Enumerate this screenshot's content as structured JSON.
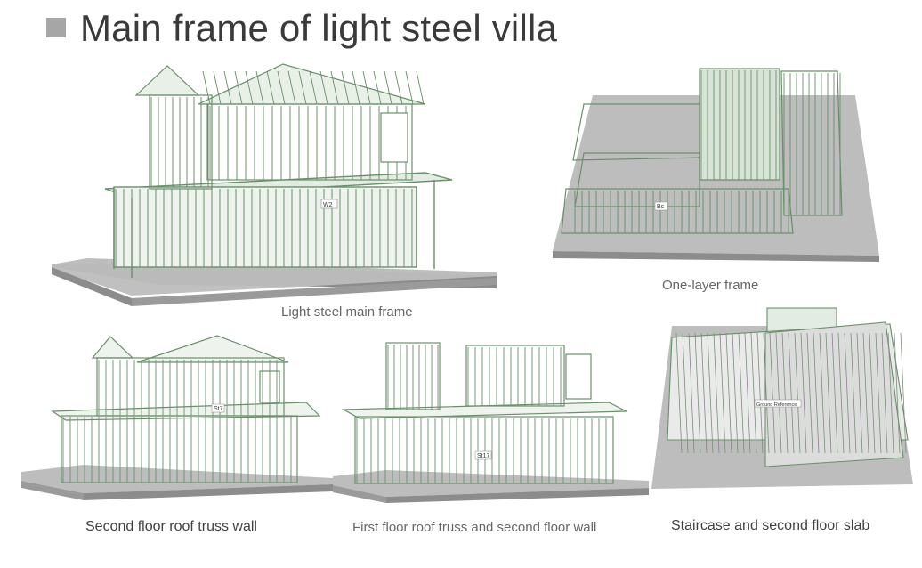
{
  "slide": {
    "title": "Main frame of light steel villa"
  },
  "panels": {
    "main_frame": {
      "caption": "Light steel main frame",
      "tag": "W2"
    },
    "one_layer": {
      "caption": "One-layer frame",
      "tag": "Bc"
    },
    "second_floor_truss": {
      "caption": "Second floor roof truss wall",
      "tag": "St7"
    },
    "first_floor_truss": {
      "caption": "First floor roof truss and second floor wall",
      "tag": "St17"
    },
    "staircase": {
      "caption": "Staircase and second floor slab",
      "tag": "Ground Reference"
    }
  },
  "colors": {
    "steel_stroke": "#6b8f6b",
    "steel_light": "#c9dcc9",
    "slab_top": "#bdbdbd",
    "slab_side": "#8c8c8c",
    "bullet": "#a6a6a6",
    "title": "#3a3a3a"
  }
}
